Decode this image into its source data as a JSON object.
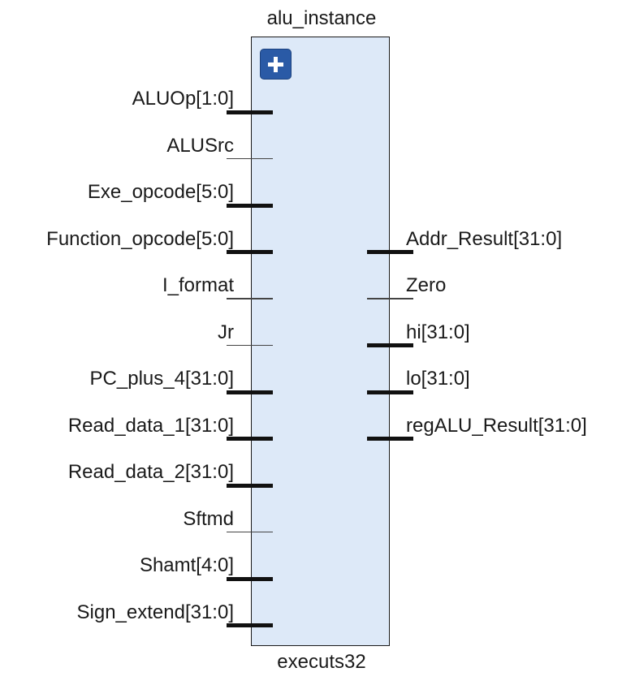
{
  "block": {
    "instance_name": "alu_instance",
    "module_name": "executs32",
    "expand_icon": "plus-icon",
    "fill_color": "#dde9f8",
    "button_color": "#2a5aa6"
  },
  "inputs": [
    {
      "label": "ALUOp[1:0]",
      "bus": true
    },
    {
      "label": "ALUSrc",
      "bus": false
    },
    {
      "label": "Exe_opcode[5:0]",
      "bus": true
    },
    {
      "label": "Function_opcode[5:0]",
      "bus": true
    },
    {
      "label": "I_format",
      "bus": false
    },
    {
      "label": "Jr",
      "bus": false
    },
    {
      "label": "PC_plus_4[31:0]",
      "bus": true
    },
    {
      "label": "Read_data_1[31:0]",
      "bus": true
    },
    {
      "label": "Read_data_2[31:0]",
      "bus": true
    },
    {
      "label": "Sftmd",
      "bus": false
    },
    {
      "label": "Shamt[4:0]",
      "bus": true
    },
    {
      "label": "Sign_extend[31:0]",
      "bus": true
    }
  ],
  "outputs": [
    {
      "label": "Addr_Result[31:0]",
      "bus": true
    },
    {
      "label": "Zero",
      "bus": false
    },
    {
      "label": "hi[31:0]",
      "bus": true
    },
    {
      "label": "lo[31:0]",
      "bus": true
    },
    {
      "label": "regALU_Result[31:0]",
      "bus": true
    }
  ]
}
